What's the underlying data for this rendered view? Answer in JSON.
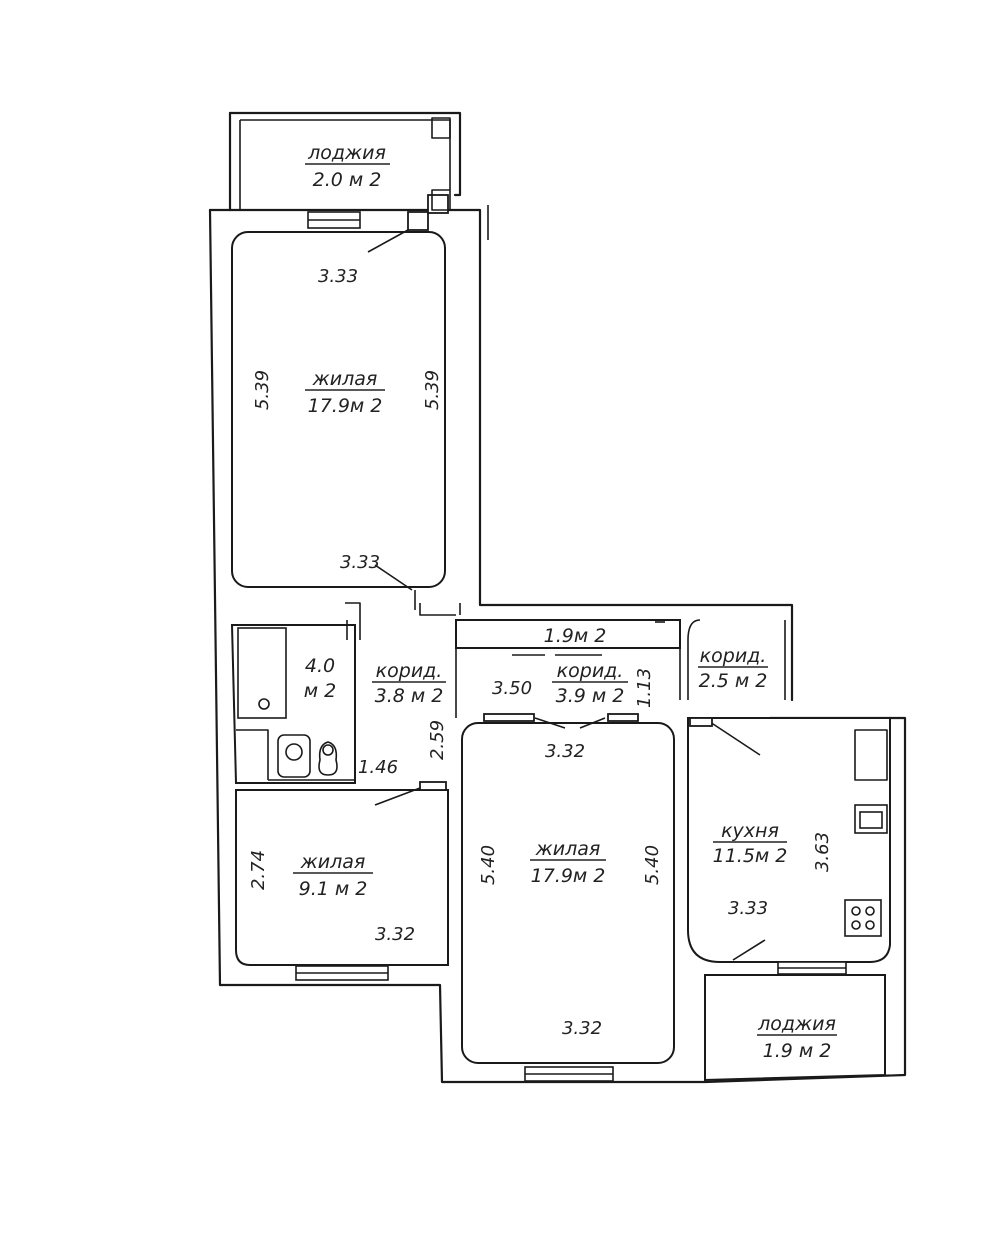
{
  "rooms": [
    {
      "id": "loggia-top",
      "name": "лоджия",
      "area": "2.0 м 2"
    },
    {
      "id": "living-big",
      "name": "жилая",
      "area": "17.9м 2"
    },
    {
      "id": "bathroom",
      "name": "4.0",
      "area": "м 2"
    },
    {
      "id": "corridor-left",
      "name": "корид.",
      "area": "3.8 м 2"
    },
    {
      "id": "storage",
      "name": "",
      "area": "1.9м 2"
    },
    {
      "id": "corridor-center",
      "name": "корид.",
      "area": "3.9 м 2"
    },
    {
      "id": "corridor-right",
      "name": "корид.",
      "area": "2.5 м 2"
    },
    {
      "id": "living-small",
      "name": "жилая",
      "area": "9.1  м 2"
    },
    {
      "id": "living-middle",
      "name": "жилая",
      "area": "17.9м 2"
    },
    {
      "id": "kitchen",
      "name": "кухня",
      "area": "11.5м 2"
    },
    {
      "id": "loggia-bottom",
      "name": "лоджия",
      "area": "1.9  м 2"
    }
  ],
  "dimensions": [
    "3.33",
    "5.39",
    "5.39",
    "3.33",
    "3.50",
    "1.13",
    "2.59",
    "1.46",
    "3.32",
    "2.74",
    "3.32",
    "5.40",
    "5.40",
    "3.32",
    "3.63",
    "3.33"
  ]
}
